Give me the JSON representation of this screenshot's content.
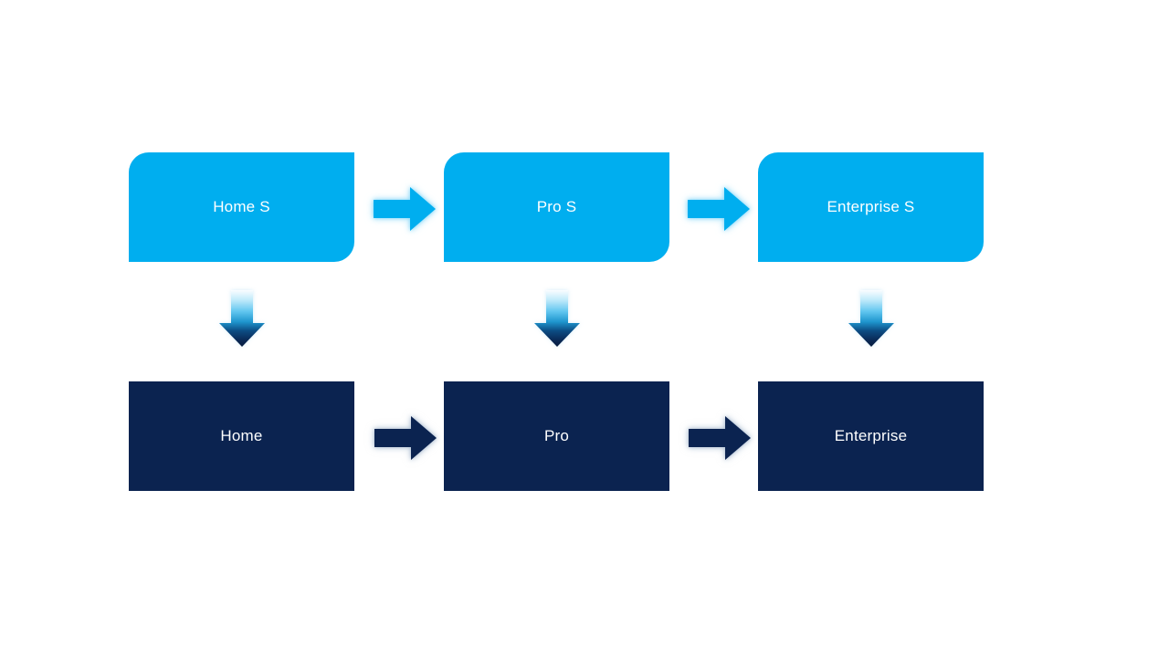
{
  "colors": {
    "background": "#FFFFFF",
    "light_blue": "#00AEEF",
    "dark_navy": "#0B2350",
    "label_text": "#FFFFFF"
  },
  "diagram": {
    "top_row": [
      {
        "label": "Home S"
      },
      {
        "label": "Pro S"
      },
      {
        "label": "Enterprise S"
      }
    ],
    "bottom_row": [
      {
        "label": "Home"
      },
      {
        "label": "Pro"
      },
      {
        "label": "Enterprise"
      }
    ]
  }
}
